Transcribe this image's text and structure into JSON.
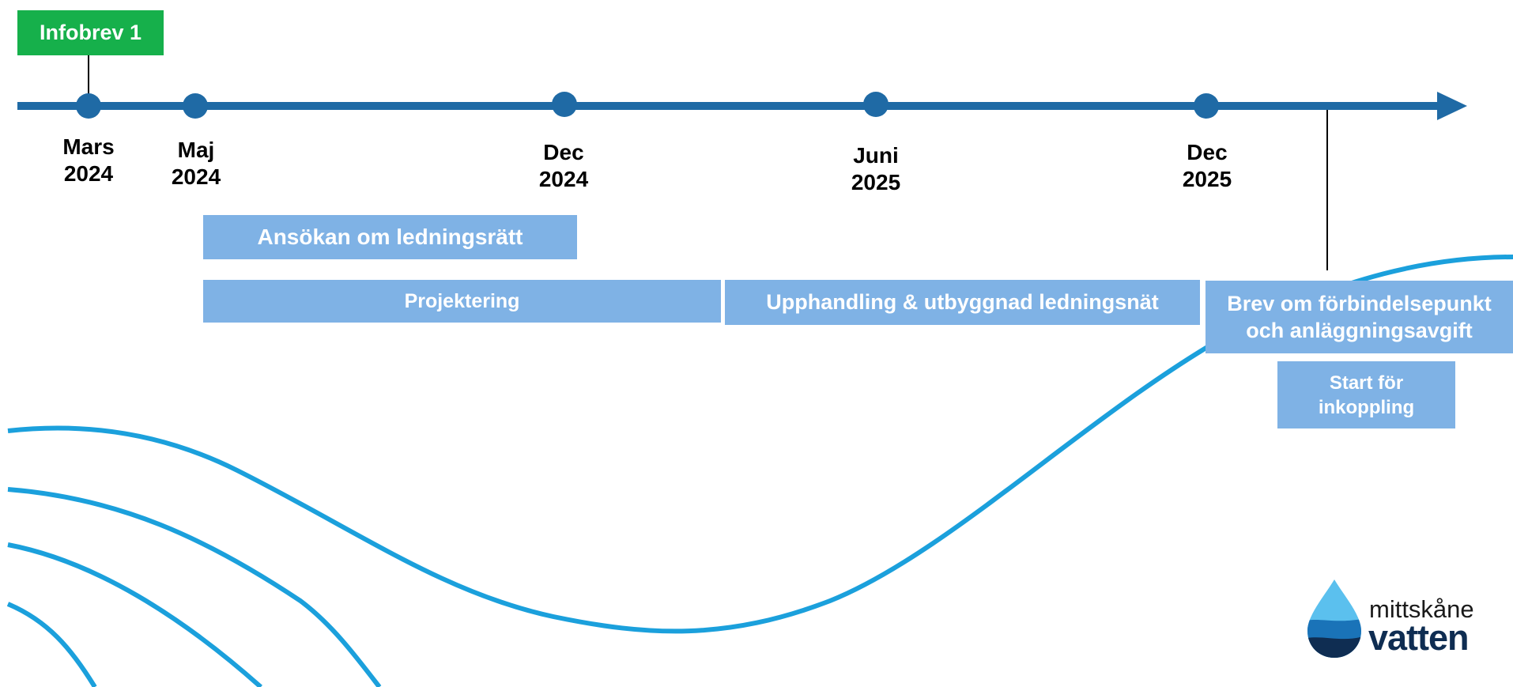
{
  "colors": {
    "timeline": "#1f6aa5",
    "waves": "#1ba0dc",
    "box_fill": "#7fb2e5",
    "tag_fill": "#16b04b",
    "box_text": "#ffffff",
    "label_text": "#000000",
    "logo_dark": "#0f2d52",
    "logo_mid": "#1a73b8",
    "logo_light": "#5bc0ee"
  },
  "tag": {
    "label": "Infobrev 1"
  },
  "milestones": [
    {
      "line1": "Mars",
      "line2": "2024"
    },
    {
      "line1": "Maj",
      "line2": "2024"
    },
    {
      "line1": "Dec",
      "line2": "2024"
    },
    {
      "line1": "Juni",
      "line2": "2025"
    },
    {
      "line1": "Dec",
      "line2": "2025"
    }
  ],
  "activities": [
    {
      "line1": "Ansökan om ledningsrätt"
    },
    {
      "line1": "Projektering"
    },
    {
      "line1": "Upphandling & utbyggnad ledningsnät"
    },
    {
      "line1": "Brev om förbindelsepunkt",
      "line2": "och anläggningsavgift"
    },
    {
      "line1": "Start för",
      "line2": "inkoppling"
    }
  ],
  "logo": {
    "line1": "mittskåne",
    "line2": "vatten",
    "icon": "water-drop-icon"
  }
}
